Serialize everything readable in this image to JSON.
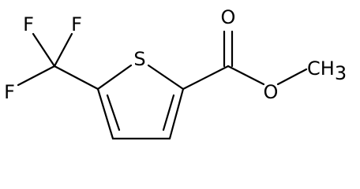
{
  "molecule": {
    "atoms": {
      "fluorine_top_left": "F",
      "fluorine_top_right": "F",
      "fluorine_left": "F",
      "sulfur": "S",
      "carbonyl_oxygen": "O",
      "ester_oxygen": "O",
      "methyl": "CH",
      "methyl_subscript": "3"
    }
  }
}
